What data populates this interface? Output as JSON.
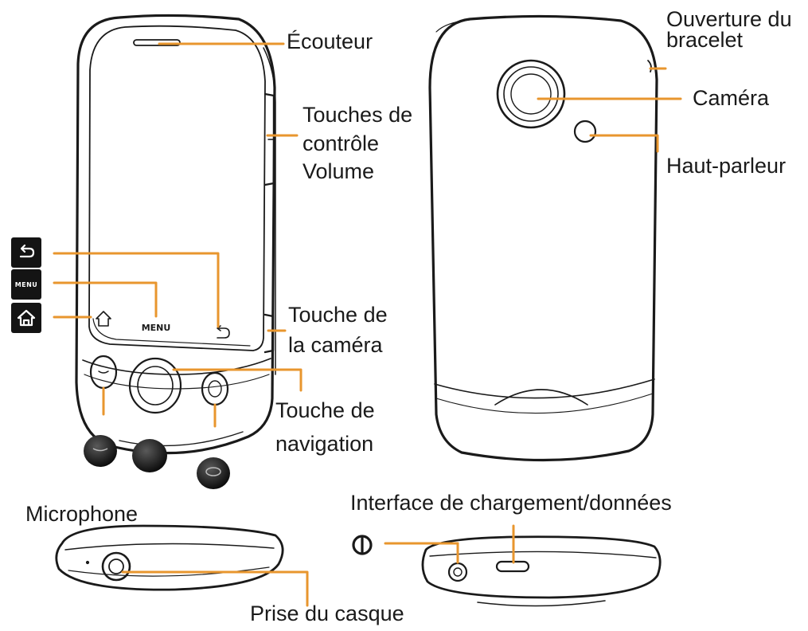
{
  "colors": {
    "leader": "#e8962e",
    "outline": "#1a1a1a",
    "key_fill": "#141414"
  },
  "labels": {
    "ecouteur": "Écouteur",
    "ouverture": [
      "Ouverture du",
      "bracelet"
    ],
    "camera": "Caméra",
    "volume": [
      "Touches de",
      "contrôle",
      "Volume"
    ],
    "haut_parleur": "Haut-parleur",
    "touche_camera": [
      "Touche de",
      "la caméra"
    ],
    "navigation": [
      "Touche de",
      "navigation"
    ],
    "microphone": "Microphone",
    "interface": "Interface de chargement/données",
    "prise": "Prise du casque"
  },
  "phone_text": {
    "menu": "MENU"
  },
  "icons": {
    "back": "back-arrow-icon",
    "menu": "menu-key-icon",
    "home": "home-icon",
    "power": "power-icon"
  }
}
